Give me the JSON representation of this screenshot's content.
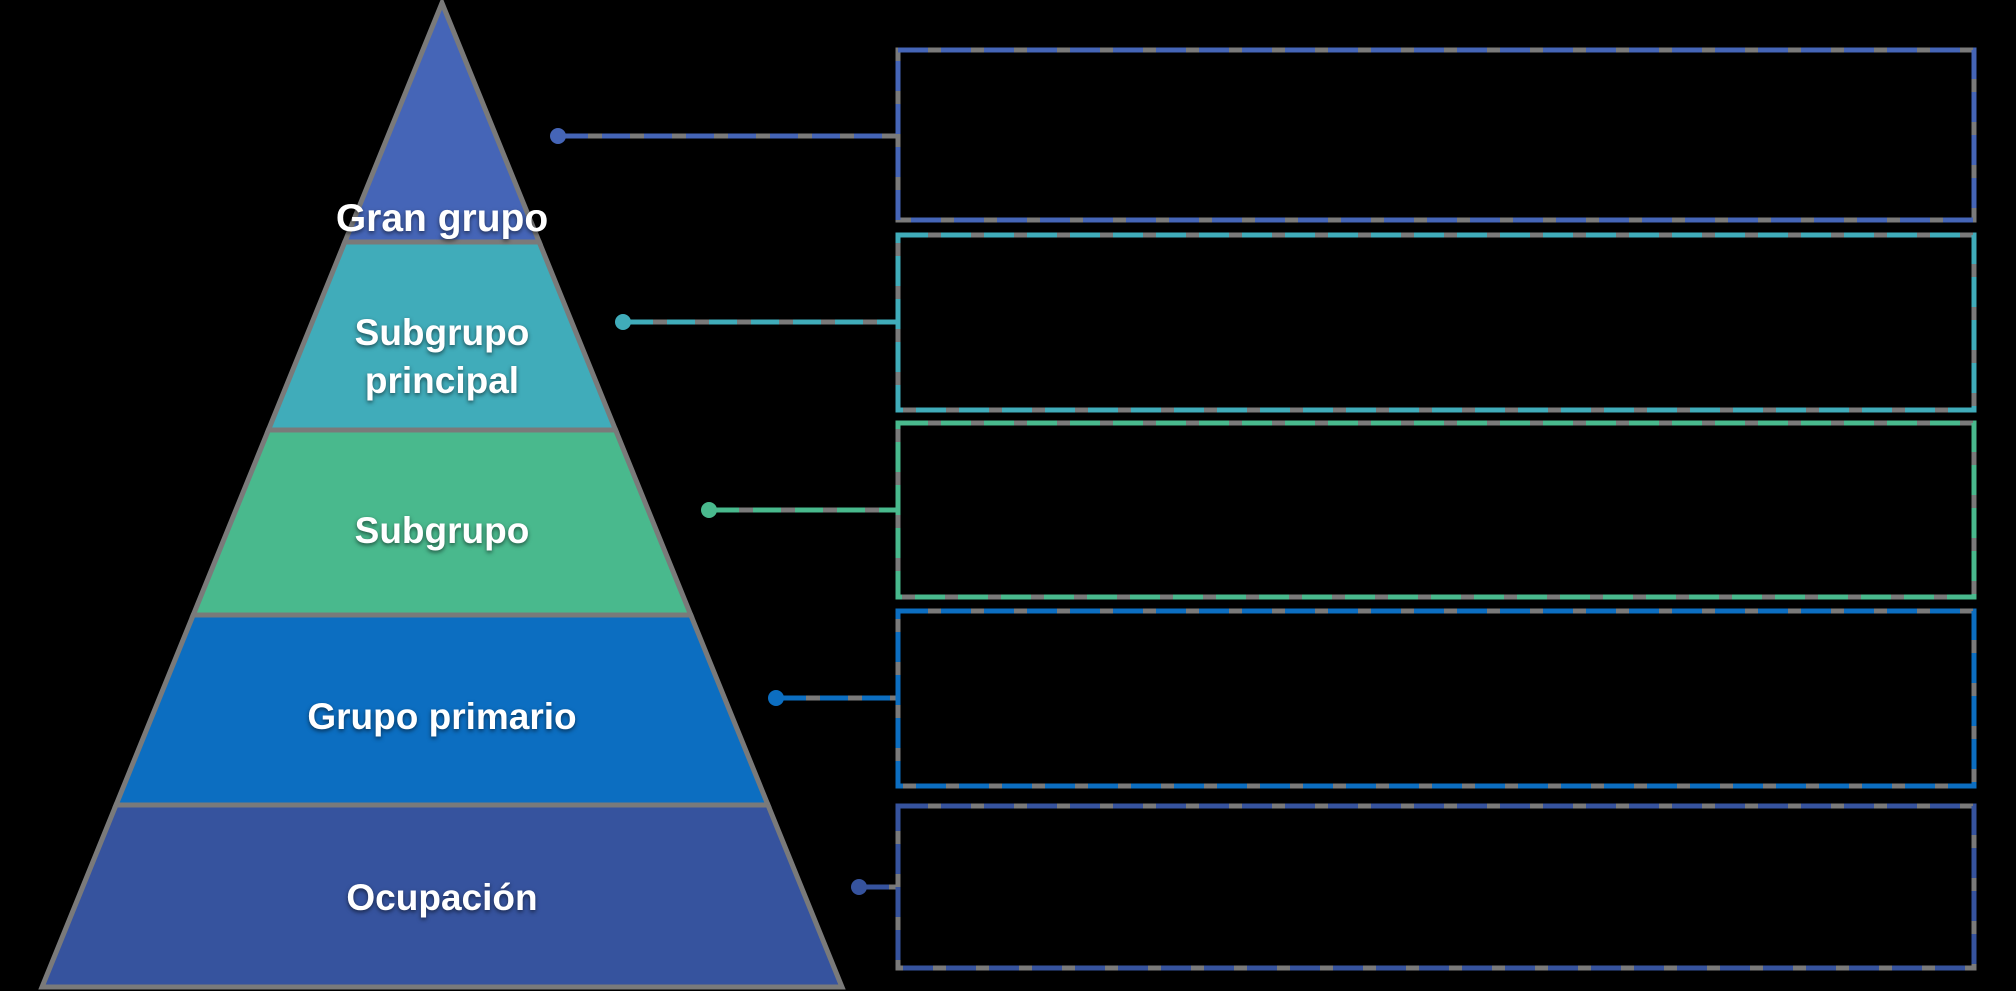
{
  "diagram": {
    "kind": "pyramid-with-callouts",
    "background_color": "#000000",
    "outline_color": "#7A7A7A",
    "label_text_color": "#FFFFFF"
  },
  "pyramid": {
    "levels": [
      {
        "label": "Gran grupo",
        "lines": [
          "Gran grupo"
        ],
        "color": "#4565B7"
      },
      {
        "label": "Subgrupo principal",
        "lines": [
          "Subgrupo",
          "principal"
        ],
        "color": "#40ACBA"
      },
      {
        "label": "Subgrupo",
        "lines": [
          "Subgrupo"
        ],
        "color": "#49B98D"
      },
      {
        "label": "Grupo primario",
        "lines": [
          "Grupo primario"
        ],
        "color": "#0C6EC1"
      },
      {
        "label": "Ocupación",
        "lines": [
          "Ocupación"
        ],
        "color": "#36539E"
      }
    ]
  },
  "callouts": [
    {
      "text": "",
      "border_color": "#4565B7"
    },
    {
      "text": "",
      "border_color": "#40ACBA"
    },
    {
      "text": "",
      "border_color": "#49B98D"
    },
    {
      "text": "",
      "border_color": "#0C6EC1"
    },
    {
      "text": "",
      "border_color": "#36539E"
    }
  ]
}
